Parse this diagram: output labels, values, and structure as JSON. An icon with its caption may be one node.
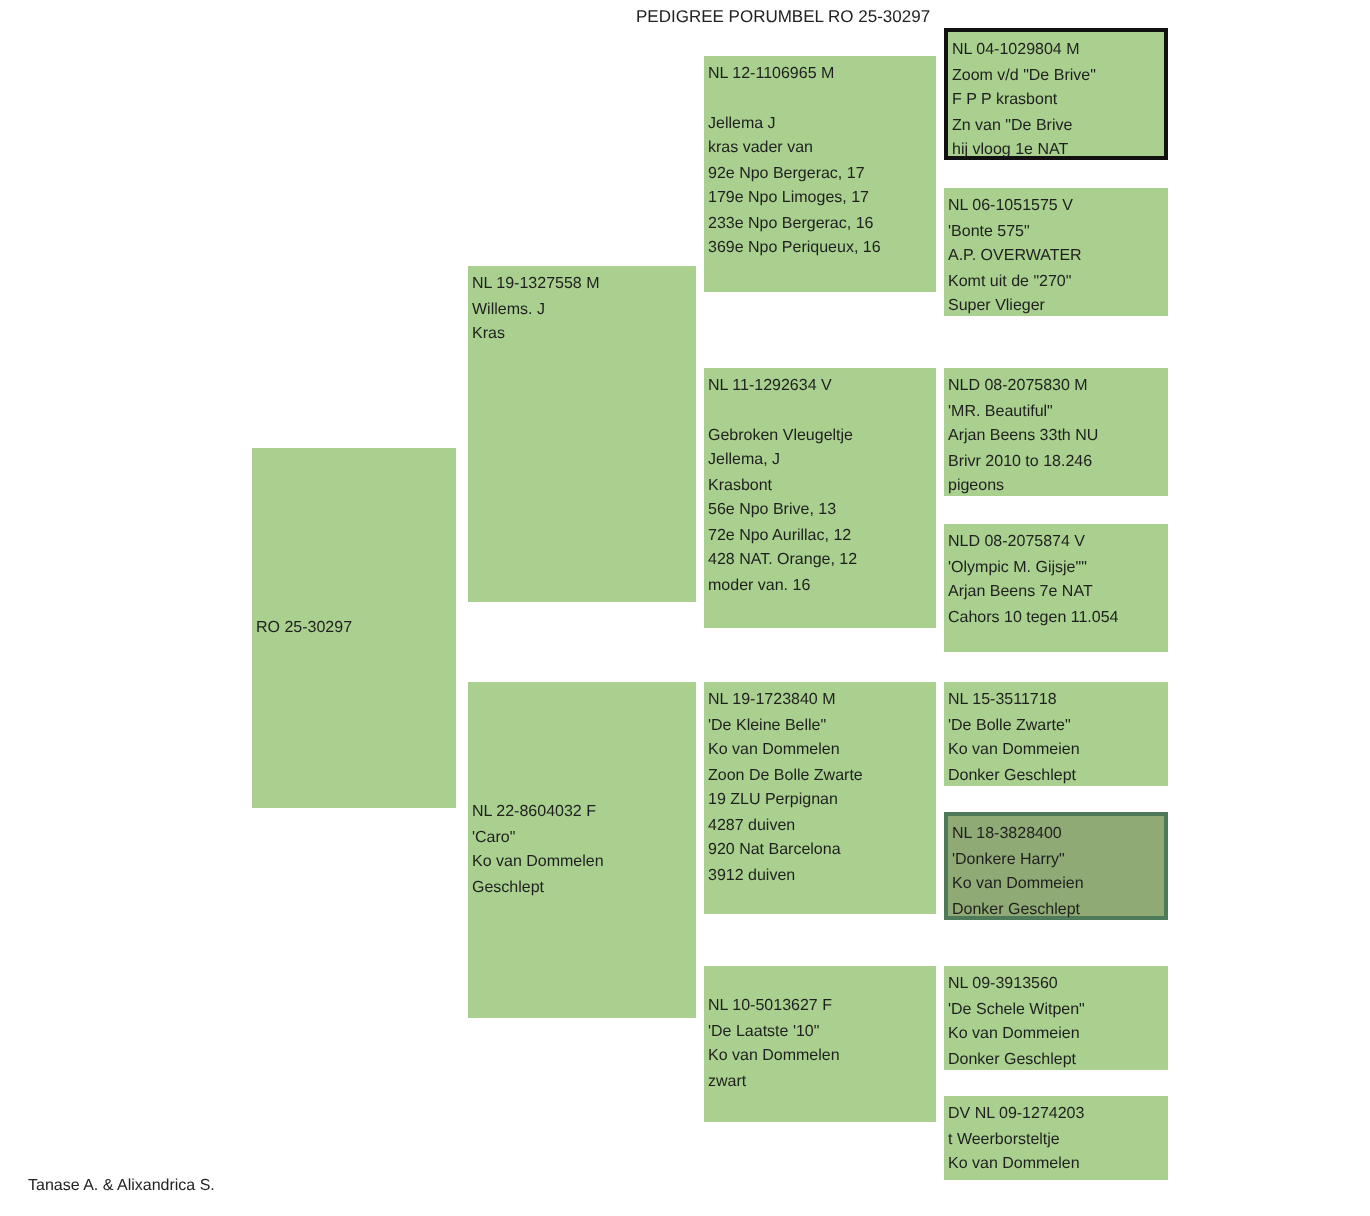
{
  "diagram": {
    "title": "PEDIGREE PORUMBEL RO 25-30297",
    "nodes": [
      {
        "text": [
          "RO 25-30297"
        ]
      },
      {
        "text": [
          "NL 19-1327558 M",
          "Willems. J",
          "Kras"
        ]
      },
      {
        "text": [
          "NL 22-8604032 F",
          "'Caro\"",
          "Ko van Dommelen",
          "Geschlept"
        ]
      },
      {
        "text": [
          "NL 12-1106965 M",
          "Jellema J",
          "kras vader van",
          "92e Npo Bergerac, 17",
          "179e Npo Limoges, 17",
          "233e Npo Bergerac, 16",
          "369e Npo Periqueux, 16"
        ]
      },
      {
        "text": [
          "NL 11-1292634 V",
          "Gebroken Vleugeltje",
          "Jellema, J",
          "Krasbont",
          "56e Npo Brive, 13",
          "72e Npo Aurillac, 12",
          "428 NAT. Orange, 12",
          "moder van. 16"
        ]
      },
      {
        "text": [
          "NL 19-1723840 M",
          "'De Kleine Belle\"",
          "Ko van Dommelen",
          "Zoon De Bolle Zwarte",
          "19 ZLU Perpignan",
          "4287 duiven",
          "920 Nat Barcelona",
          "3912 duiven"
        ]
      },
      {
        "text": [
          "NL 10-5013627 F",
          "'De Laatste '10\"",
          "Ko van Dommelen",
          "zwart"
        ]
      },
      {
        "text": [
          "NL 04-1029804 M",
          "Zoom v/d \"De Brive\"",
          "F P P krasbont",
          "Zn van \"De Brive",
          "hij vloog 1e NAT"
        ]
      },
      {
        "text": [
          "NL 06-1051575 V",
          "'Bonte 575\"",
          "A.P. OVERWATER",
          "Komt uit de \"270\"",
          "Super Vlieger"
        ]
      },
      {
        "text": [
          "NLD 08-2075830 M",
          "'MR. Beautiful\"",
          "Arjan Beens 33th NU",
          "Brivr 2010 to 18.246",
          "pigeons"
        ]
      },
      {
        "text": [
          "NLD 08-2075874 V",
          "'Olympic M. Gijsje\"\"",
          "Arjan Beens 7e NAT",
          "Cahors 10 tegen 11.054"
        ]
      },
      {
        "text": [
          "NL 15-3511718",
          "'De Bolle Zwarte\"",
          "Ko van Dommeien",
          "Donker Geschlept"
        ]
      },
      {
        "text": [
          "NL 18-3828400",
          "'Donkere Harry\"",
          "Ko van Dommeien",
          "Donker Geschlept"
        ]
      },
      {
        "text": [
          "NL 09-3913560",
          "'De Schele Witpen\"",
          "Ko van Dommeien",
          "Donker Geschlept"
        ]
      },
      {
        "text": [
          "DV NL 09-1274203",
          "t Weerborsteltje",
          "Ko van Dommelen"
        ]
      }
    ],
    "labels": [
      "Tanase A. & Alixandrica S."
    ]
  }
}
